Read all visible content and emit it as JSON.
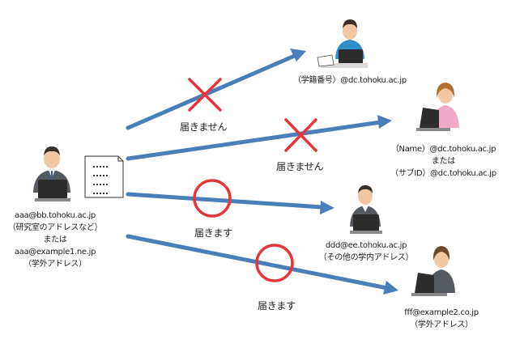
{
  "sender": {
    "lines": [
      "aaa@bb.tohoku.ac.jp",
      "（研究室のアドレスなど）",
      "または",
      "aaa@example1.ne.jp",
      "（学外アドレス）"
    ]
  },
  "recipients": [
    {
      "lines": [
        "（学籍番号）@dc.tohoku.ac.jp"
      ],
      "result": "届きません",
      "delivered": false
    },
    {
      "lines": [
        "（Name）@dc.tohoku.ac.jp",
        "または",
        "（サブID）@dc.tohoku.ac.jp"
      ],
      "result": "届きません",
      "delivered": false
    },
    {
      "lines": [
        "ddd@ee.tohoku.ac.jp",
        "（その他の学内アドレス）"
      ],
      "result": "届きます",
      "delivered": true
    },
    {
      "lines": [
        "fff@example2.co.jp",
        "（学外アドレス）"
      ],
      "result": "届きます",
      "delivered": true
    }
  ],
  "colors": {
    "arrow": "#4a7eb8",
    "cross": "#e8353a",
    "circle": "#e8353a",
    "suit": "#555a60",
    "laptop": "#2c2c2c"
  }
}
